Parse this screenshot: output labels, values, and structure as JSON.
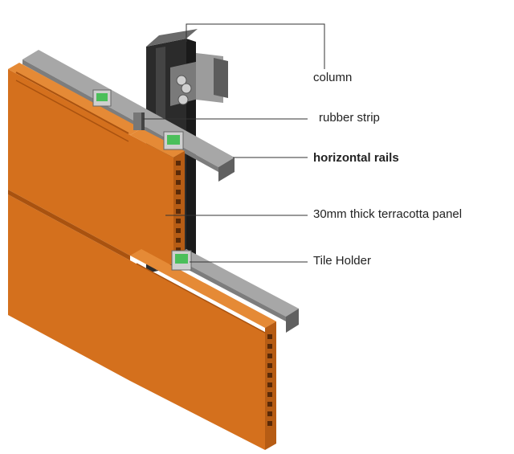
{
  "diagram": {
    "labels": {
      "column": "column",
      "rubber_strip": "rubber strip",
      "horizontal_rails": "horizontal rails",
      "panel": "30mm thick terracotta panel",
      "tile_holder": "Tile Holder"
    }
  },
  "colors": {
    "terracotta": "#d4701d",
    "terracotta_dark": "#a9520f",
    "terracotta_light": "#e58a36",
    "rail": "#9a9a9a",
    "rail_dark": "#5e5e5e",
    "column": "#2b2b2b",
    "clip": "#4bbf5a"
  }
}
